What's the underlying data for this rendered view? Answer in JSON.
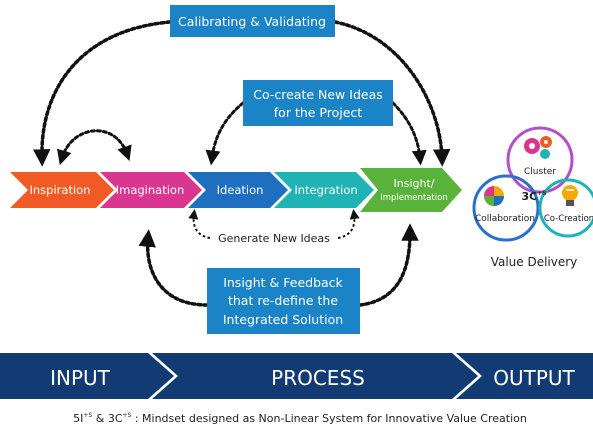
{
  "colors": {
    "box_blue": "#1a84c7",
    "box_text": "#ffffff",
    "arrow_black": "#111111",
    "banner_navy": "#123a73",
    "inspiration": "#f15a24",
    "imagination": "#d9368f",
    "ideation": "#1f6fc0",
    "integration": "#20b3b3",
    "insight": "#59b23a",
    "ring_purple": "#b24fc9",
    "ring_blue": "#2c6fc8",
    "ring_teal": "#20b3b3"
  },
  "top_box": {
    "label": "Calibrating & Validating"
  },
  "mid_box": {
    "line1": "Co-create New Ideas",
    "line2": "for the Project"
  },
  "bottom_box": {
    "line1": "Insight & Feedback",
    "line2": "that re-define the",
    "line3": "Integrated Solution"
  },
  "generate_label": "Generate New Ideas",
  "stages": [
    {
      "label": "Inspiration",
      "color": "#f15a24"
    },
    {
      "label": "Imagination",
      "color": "#d9368f"
    },
    {
      "label": "Ideation",
      "color": "#1f6fc0"
    },
    {
      "label": "Integration",
      "color": "#20b3b3"
    },
    {
      "label": "Insight/",
      "sublabel": "Implementation",
      "color": "#59b23a"
    }
  ],
  "cluster_3c": {
    "center_label": "3C",
    "center_sup": "+S",
    "circles": [
      {
        "label": "Cluster",
        "icon": "gears-icon",
        "color": "#b24fc9"
      },
      {
        "label": "Collaboration",
        "icon": "puzzle-globe-icon",
        "color": "#2c6fc8"
      },
      {
        "label": "Co-Creation",
        "icon": "lightbulb-icon",
        "color": "#20b3b3"
      }
    ],
    "value_delivery": "Value Delivery"
  },
  "banner": {
    "input": "INPUT",
    "process": "PROCESS",
    "output": "OUTPUT"
  },
  "caption": {
    "part1": "5I",
    "sup1": "+S",
    "part2": " & 3C",
    "sup2": "+S",
    "part3": " : Mindset designed as Non-Linear System for Innovative Value Creation"
  }
}
